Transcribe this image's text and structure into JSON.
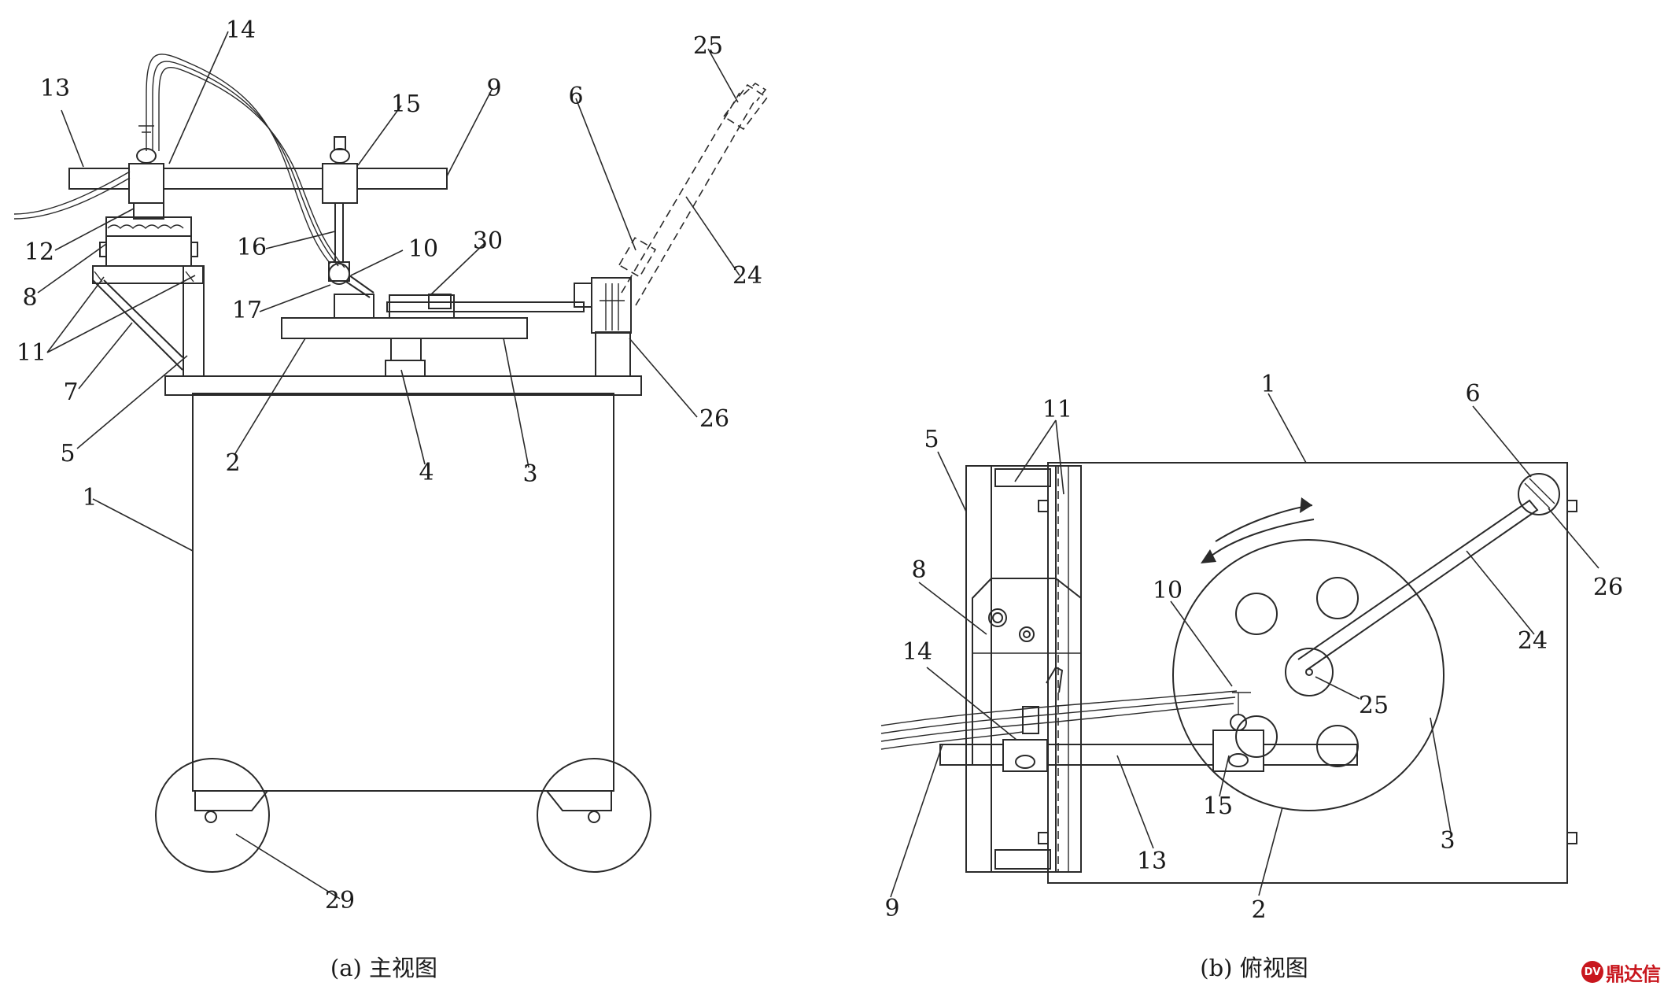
{
  "captions": {
    "front": "(a) 主视图",
    "top": "(b) 俯视图"
  },
  "front_labels": {
    "n1": "1",
    "n2": "2",
    "n3": "3",
    "n4": "4",
    "n5": "5",
    "n6": "6",
    "n7": "7",
    "n8": "8",
    "n9": "9",
    "n10": "10",
    "n11": "11",
    "n12": "12",
    "n13": "13",
    "n14": "14",
    "n15": "15",
    "n16": "16",
    "n17": "17",
    "n24": "24",
    "n25": "25",
    "n26": "26",
    "n29": "29",
    "n30": "30"
  },
  "top_labels": {
    "n1": "1",
    "n2": "2",
    "n3": "3",
    "n5": "5",
    "n6": "6",
    "n8": "8",
    "n9": "9",
    "n10": "10",
    "n11": "11",
    "n13": "13",
    "n14": "14",
    "n15": "15",
    "n24": "24",
    "n25": "25",
    "n26": "26"
  },
  "watermark": {
    "badge": "DV",
    "text": "鼎达信",
    "color": "#c8161d"
  }
}
